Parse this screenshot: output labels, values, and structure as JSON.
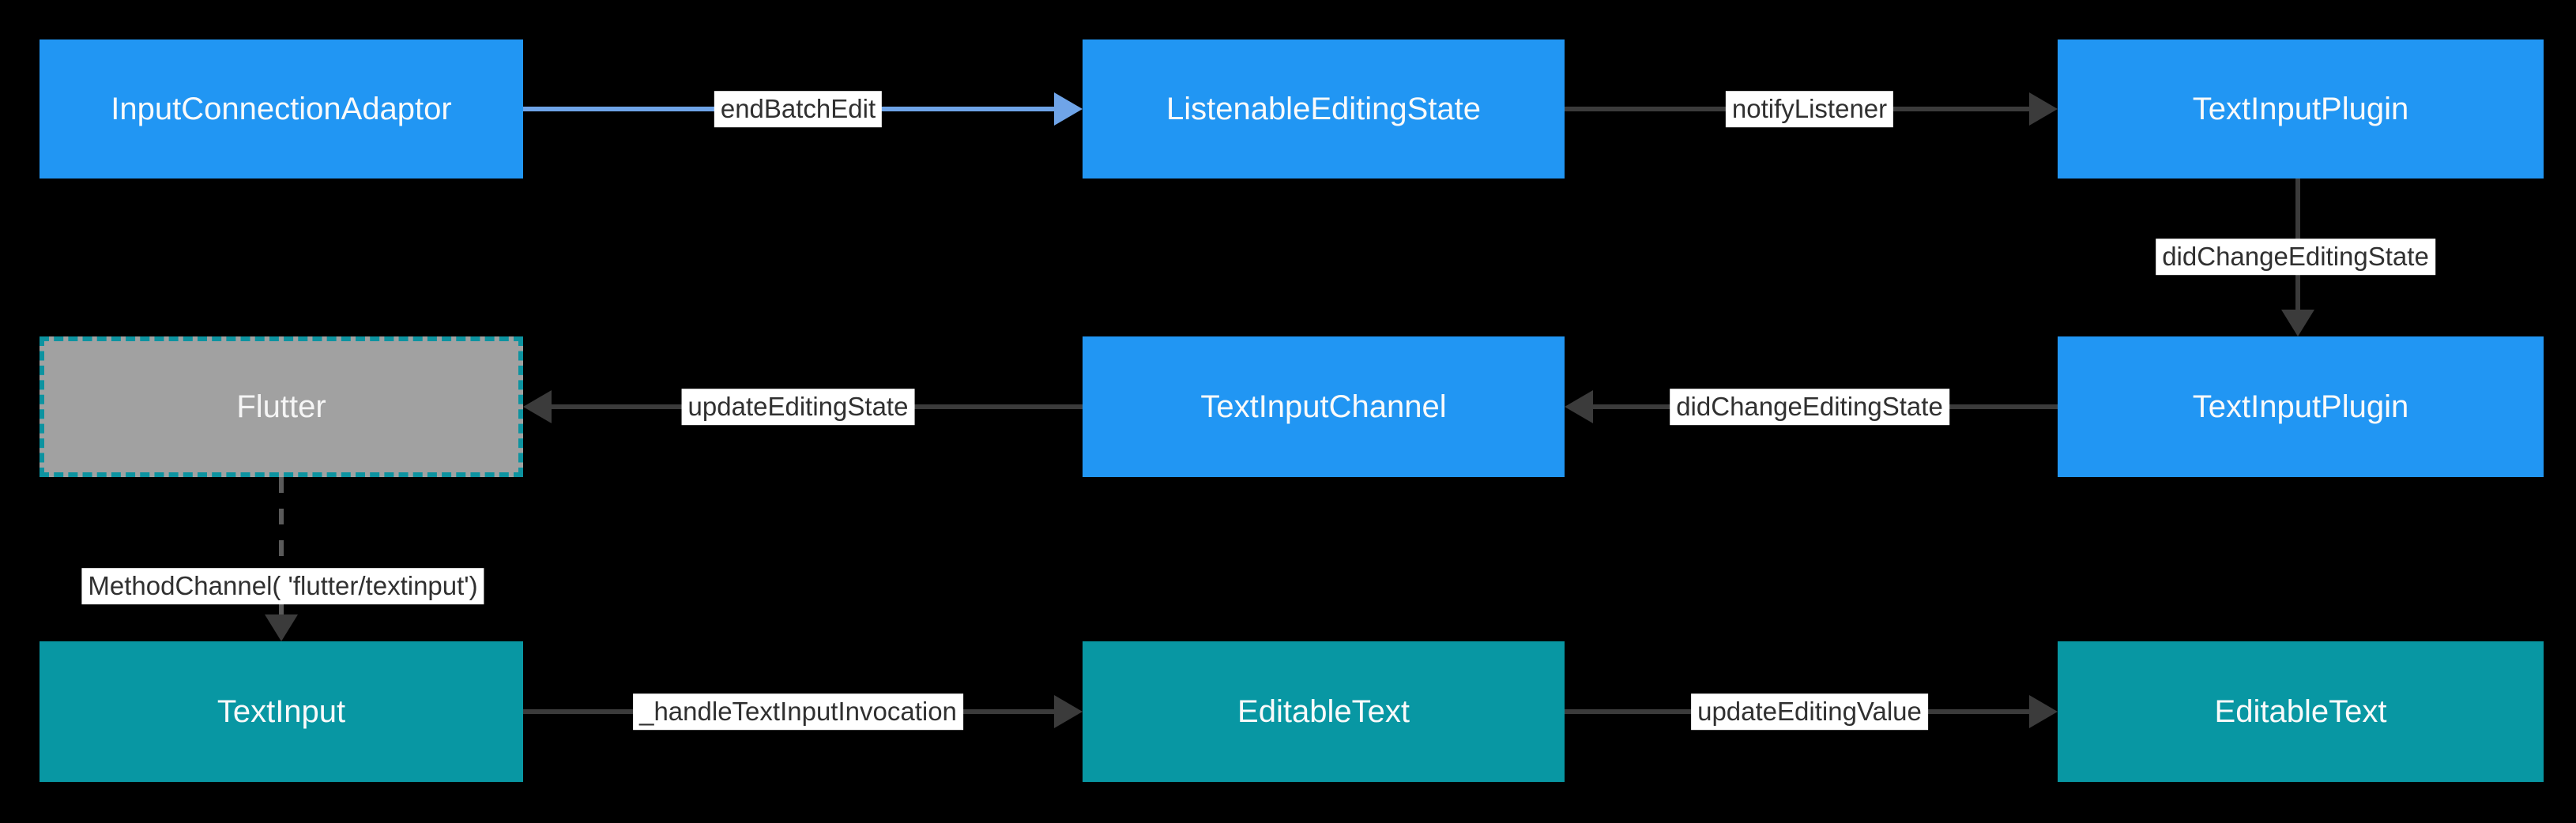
{
  "diagram": {
    "description": "Flutter text input editing-state flow diagram",
    "colors": {
      "background": "#000000",
      "platform_node": "#2196F3",
      "framework_node": "#0897A3",
      "flutter_node_fill": "#A1A1A1",
      "flutter_node_border": "#0D93A0",
      "blue_arrow": "#6FA4E8",
      "dark_arrow": "#3B3B3B",
      "label_background": "#FFFFFF",
      "label_text": "#303030",
      "node_text": "#FAFAFA"
    }
  },
  "nodes": [
    {
      "id": "input-connection-adaptor",
      "label": "InputConnectionAdaptor"
    },
    {
      "id": "listenable-editing-state",
      "label": "ListenableEditingState"
    },
    {
      "id": "text-input-plugin-top",
      "label": "TextInputPlugin"
    },
    {
      "id": "flutter",
      "label": "Flutter"
    },
    {
      "id": "text-input-channel",
      "label": "TextInputChannel"
    },
    {
      "id": "text-input-plugin-mid",
      "label": "TextInputPlugin"
    },
    {
      "id": "text-input",
      "label": "TextInput"
    },
    {
      "id": "editable-text-mid",
      "label": "EditableText"
    },
    {
      "id": "editable-text-right",
      "label": "EditableText"
    }
  ],
  "edges": [
    {
      "id": "end-batch-edit",
      "label": "endBatchEdit",
      "direction": "right",
      "style": "blue-solid"
    },
    {
      "id": "notify-listener",
      "label": "notifyListener",
      "direction": "right",
      "style": "dark-solid"
    },
    {
      "id": "did-change-editing-state-down",
      "label": "didChangeEditingState",
      "direction": "down",
      "style": "dark-solid"
    },
    {
      "id": "update-editing-state",
      "label": "updateEditingState",
      "direction": "left",
      "style": "dark-solid"
    },
    {
      "id": "did-change-editing-state-left",
      "label": "didChangeEditingState",
      "direction": "left",
      "style": "dark-solid"
    },
    {
      "id": "method-channel",
      "label": "MethodChannel( 'flutter/textinput')",
      "direction": "down",
      "style": "dark-dashed"
    },
    {
      "id": "handle-text-input-invocation",
      "label": "_handleTextInputInvocation",
      "direction": "right",
      "style": "dark-solid"
    },
    {
      "id": "update-editing-value",
      "label": "updateEditingValue",
      "direction": "right",
      "style": "dark-solid"
    }
  ]
}
